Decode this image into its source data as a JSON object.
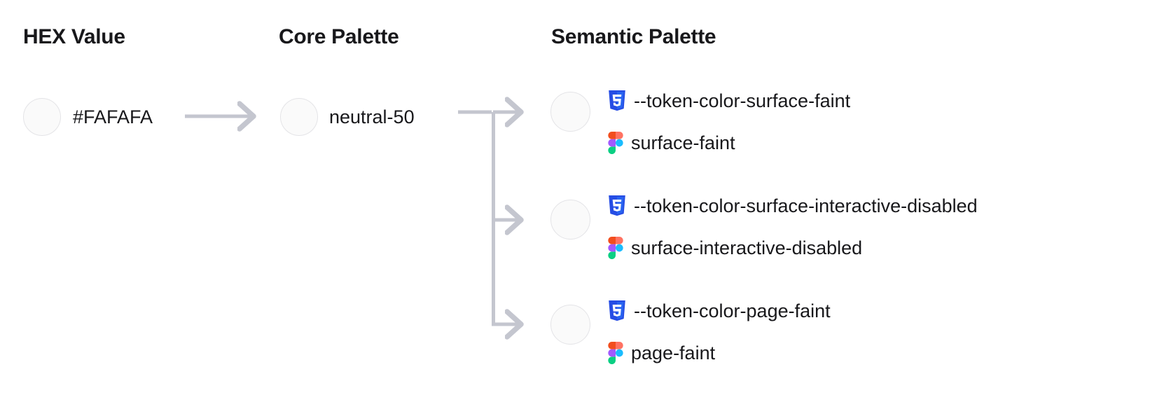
{
  "diagram": {
    "title": "Design token mapping: HEX value to core palette to semantic palette",
    "columns": [
      {
        "key": "hex",
        "label": "HEX Value"
      },
      {
        "key": "core",
        "label": "Core Palette"
      },
      {
        "key": "semantic",
        "label": "Semantic Palette"
      }
    ],
    "colors": {
      "swatch_fill": "#FAFAFA",
      "swatch_border": "#E4E4E7",
      "connector": "#C4C6CF",
      "text": "#18181B",
      "css_logo_blue": "#2965F1",
      "css_logo_blue_dark": "#1A41C9",
      "figma_orange": "#F24E1E",
      "figma_red": "#FF7262",
      "figma_purple": "#A259FF",
      "figma_blue": "#1ABCFE",
      "figma_green": "#0ACF83"
    }
  },
  "hex": {
    "swatch_color": "#FAFAFA",
    "value": "#FAFAFA"
  },
  "core": {
    "swatch_color": "#FAFAFA",
    "value": "neutral-50"
  },
  "semantic": {
    "tokens": [
      {
        "swatch_color": "#FAFAFA",
        "css_icon": "css3-icon",
        "css_token": "--token-color-surface-faint",
        "figma_icon": "figma-icon",
        "figma_token": "surface-faint"
      },
      {
        "swatch_color": "#FAFAFA",
        "css_icon": "css3-icon",
        "css_token": "--token-color-surface-interactive-disabled",
        "figma_icon": "figma-icon",
        "figma_token": "surface-interactive-disabled"
      },
      {
        "swatch_color": "#FAFAFA",
        "css_icon": "css3-icon",
        "css_token": "--token-color-page-faint",
        "figma_icon": "figma-icon",
        "figma_token": "page-faint"
      }
    ]
  }
}
